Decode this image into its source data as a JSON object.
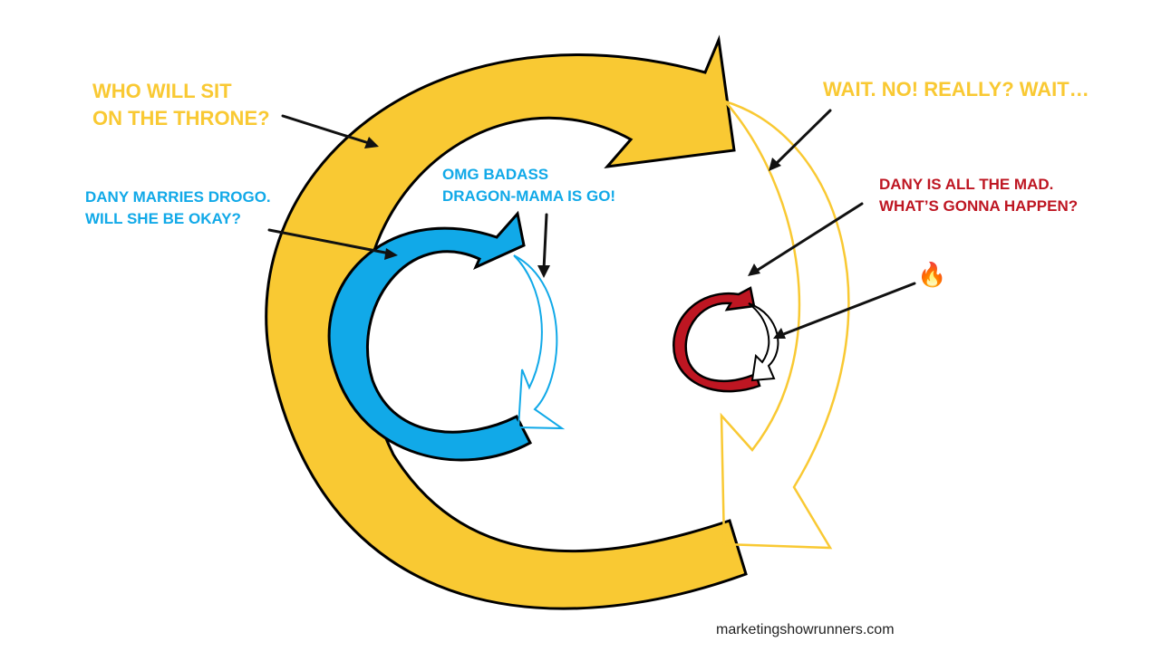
{
  "colors": {
    "yellow": "#F9C933",
    "blue": "#11A9E8",
    "red": "#BE1622",
    "black": "#111111",
    "outline": "#000000",
    "background": "#FFFFFF",
    "text_dark": "#222222"
  },
  "labels": {
    "throne": "WHO WILL SIT\nON THE THRONE?",
    "wait": "WAIT. NO! REALLY? WAIT…",
    "drogo": "DANY MARRIES DROGO.\nWILL SHE BE OKAY?",
    "dragon": "OMG BADASS\nDRAGON-MAMA IS GO!",
    "mad": "DANY IS ALL THE MAD.\nWHAT’S GONNA HAPPEN?",
    "fire": "🔥",
    "site": "marketingshowrunners.com"
  },
  "icons": {
    "fire": "fire-emoji-icon"
  }
}
